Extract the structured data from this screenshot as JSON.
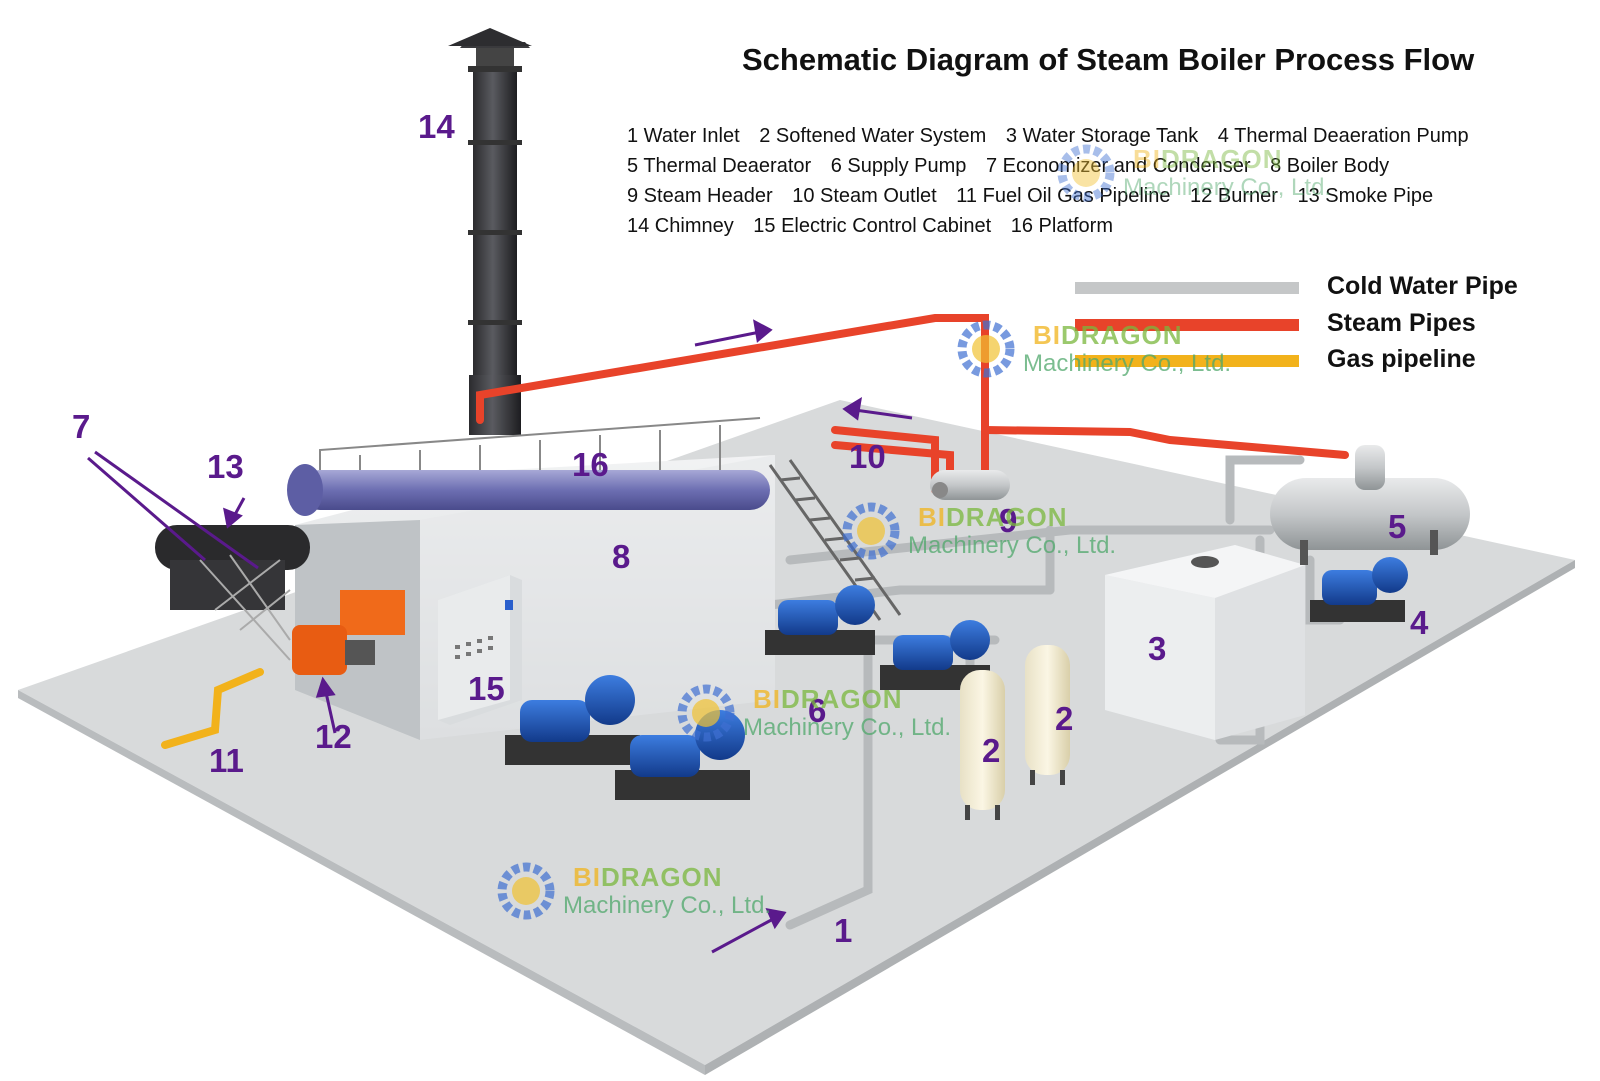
{
  "title": "Schematic Diagram of Steam Boiler Process Flow",
  "legend_items": [
    [
      "1  Water Inlet",
      "2  Softened Water System",
      "3  Water Storage Tank",
      "4  Thermal Deaeration Pump"
    ],
    [
      "5  Thermal Deaerator",
      "6  Supply Pump",
      "7  Economizer and Condenser",
      "8  Boiler Body"
    ],
    [
      "9  Steam Header",
      "10  Steam Outlet",
      "11  Fuel Oil Gas Pipeline",
      "12  Burner",
      "13  Smoke Pipe"
    ],
    [
      "14  Chimney",
      "15  Electric Control Cabinet",
      "16  Platform"
    ]
  ],
  "pipe_key": [
    {
      "label": "Cold Water Pipe",
      "color": "#c5c7c8"
    },
    {
      "label": "Steam Pipes",
      "color": "#e8432a"
    },
    {
      "label": "Gas pipeline",
      "color": "#f2b21b"
    }
  ],
  "callouts": {
    "n1": "1",
    "n2a": "2",
    "n2b": "2",
    "n3": "3",
    "n4": "4",
    "n5": "5",
    "n6": "6",
    "n7": "7",
    "n8": "8",
    "n9": "9",
    "n10": "10",
    "n11": "11",
    "n12": "12",
    "n13": "13",
    "n14": "14",
    "n15": "15",
    "n16": "16"
  },
  "watermark": {
    "brand_a": "BI",
    "brand_b": "DRAGON",
    "company": "Machinery Co., Ltd."
  },
  "colors": {
    "callout": "#5a1a8c",
    "floor": "#d8dadb",
    "pump": "#1a4fb0",
    "burner": "#f06a1a"
  }
}
